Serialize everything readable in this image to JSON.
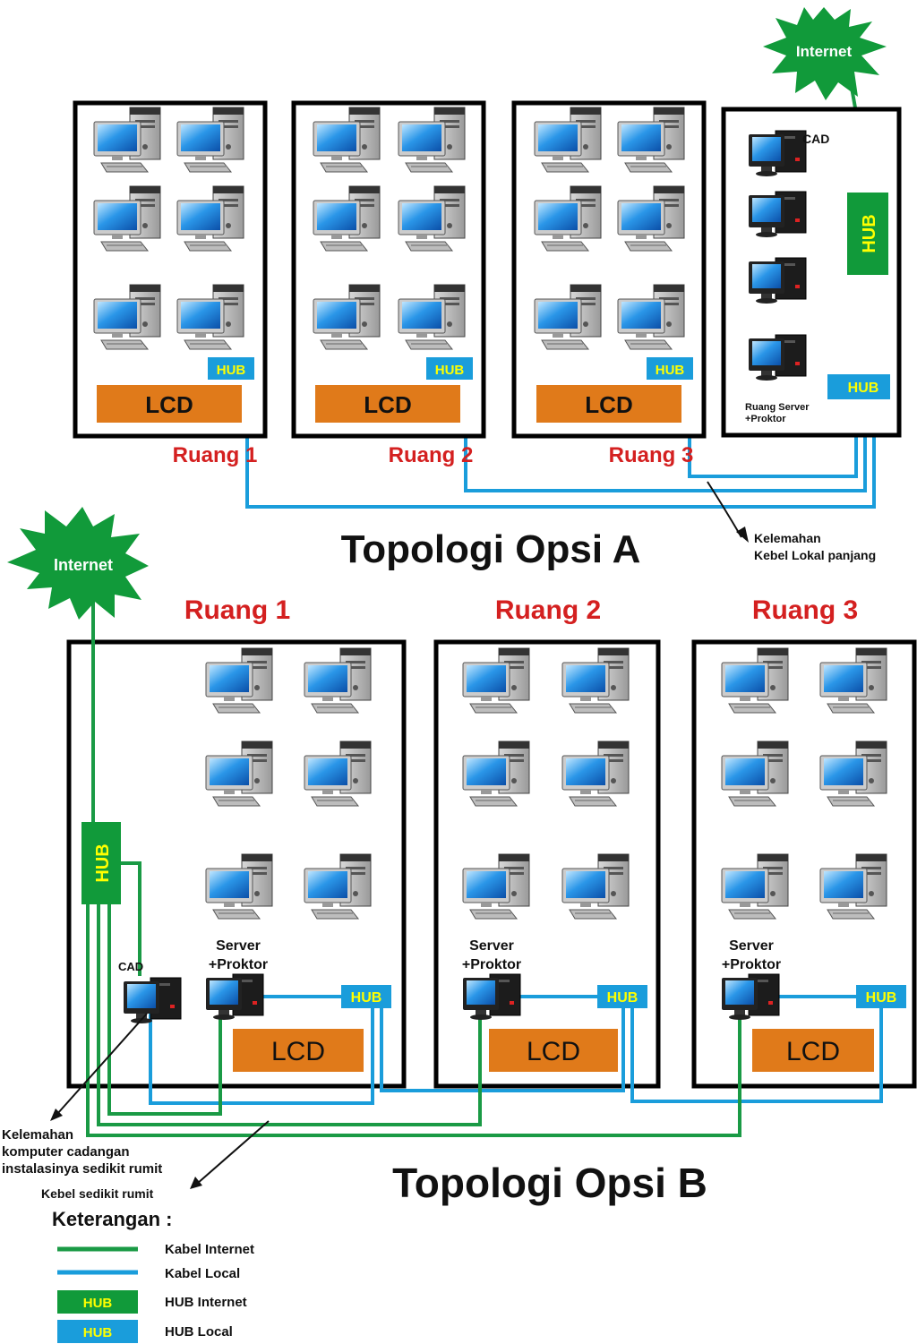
{
  "topology_a": {
    "title": "Topologi Opsi A",
    "rooms": [
      {
        "label": "Ruang 1",
        "hub": "HUB",
        "lcd": "LCD"
      },
      {
        "label": "Ruang 2",
        "hub": "HUB",
        "lcd": "LCD"
      },
      {
        "label": "Ruang 3",
        "hub": "HUB",
        "lcd": "LCD"
      }
    ],
    "server_room": {
      "cad_label": "CAD",
      "label_line1": "Ruang Server",
      "label_line2": "+Proktor",
      "hub_internet": "HUB",
      "hub_local": "HUB"
    },
    "internet": "Internet",
    "note_line1": "Kelemahan",
    "note_line2": "Kebel Lokal panjang"
  },
  "topology_b": {
    "title": "Topologi Opsi B",
    "internet": "Internet",
    "hub_internet": "HUB",
    "cad_label": "CAD",
    "rooms": [
      {
        "label": "Ruang 1",
        "server_line1": "Server",
        "server_line2": "+Proktor",
        "hub": "HUB",
        "lcd": "LCD"
      },
      {
        "label": "Ruang 2",
        "server_line1": "Server",
        "server_line2": "+Proktor",
        "hub": "HUB",
        "lcd": "LCD"
      },
      {
        "label": "Ruang 3",
        "server_line1": "Server",
        "server_line2": "+Proktor",
        "hub": "HUB",
        "lcd": "LCD"
      }
    ],
    "note1_line1": "Kelemahan",
    "note1_line2": "komputer cadangan",
    "note1_line3": "instalasinya sedikit rumit",
    "note2": "Kebel sedikit rumit"
  },
  "legend": {
    "title": "Keterangan :",
    "items": [
      {
        "label": "Kabel Internet",
        "kind": "line",
        "color": "#1a9a45"
      },
      {
        "label": "Kabel Local",
        "kind": "line",
        "color": "#1a9ddb"
      },
      {
        "label": "HUB Internet",
        "kind": "box",
        "color": "#119a3a",
        "box_text": "HUB"
      },
      {
        "label": "HUB Local",
        "kind": "box",
        "color": "#1a9ddb",
        "box_text": "HUB"
      }
    ]
  },
  "colors": {
    "internet_cable": "#1a9a45",
    "local_cable": "#1a9ddb",
    "lcd": "#e07a1a",
    "room_label": "#d42020",
    "hub_text": "#ffff00"
  }
}
